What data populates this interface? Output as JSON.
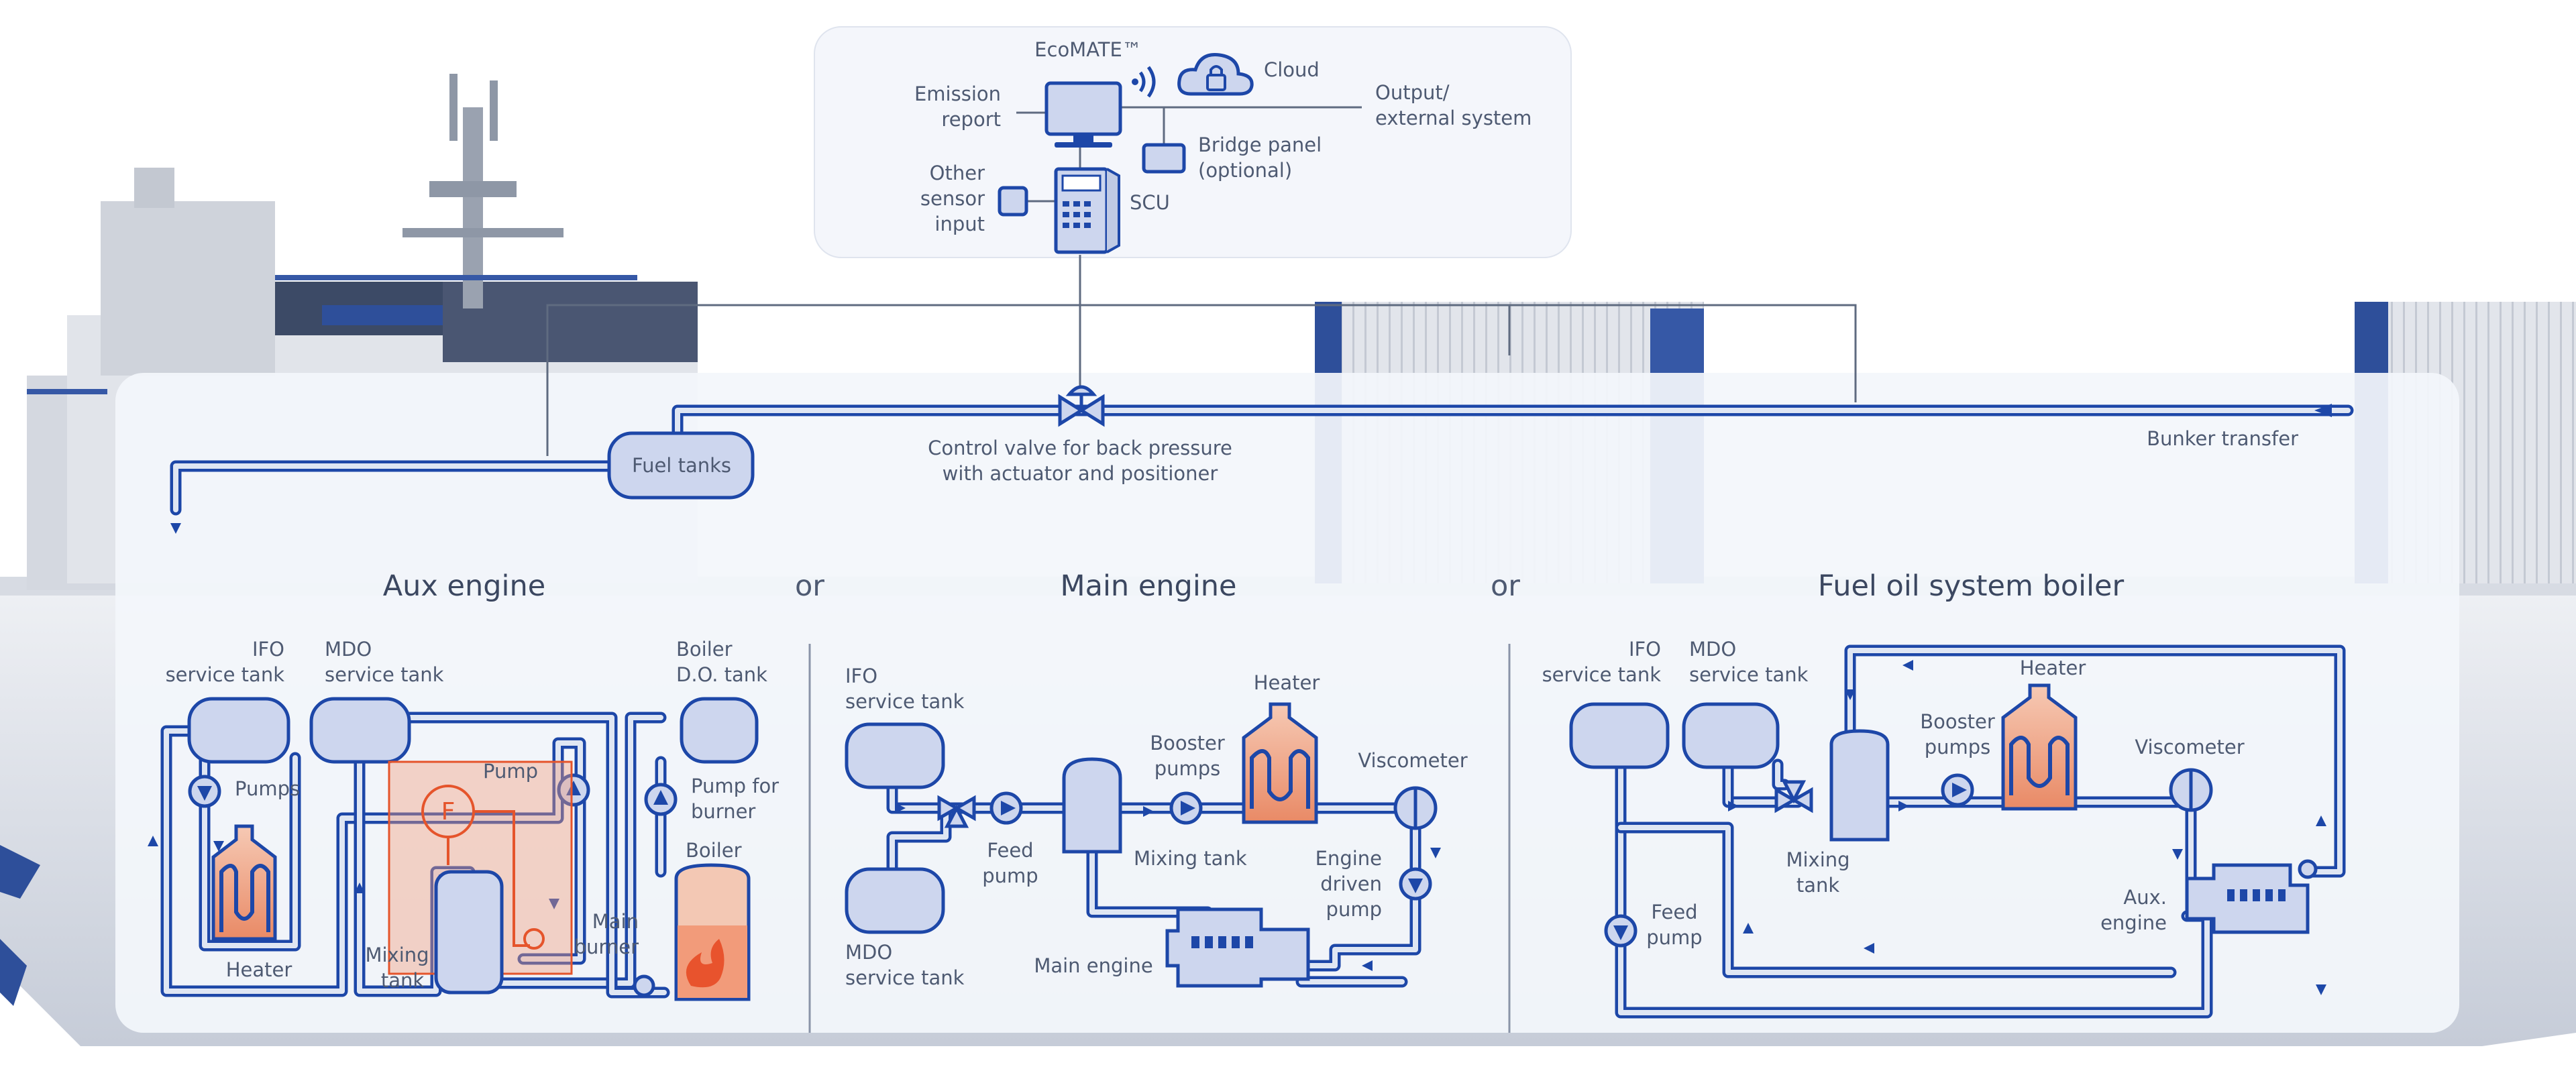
{
  "colors": {
    "pipe": "#1d47a8",
    "pipe_fill": "#dfe6f3",
    "tank_fill": "#cdd6ee",
    "heater": "#e98a66",
    "flow_meter": "#e5542b",
    "flame": "#e8532d",
    "panel": "#f3f6fb",
    "text": "#4e5a72"
  },
  "top_box": {
    "ecomate": "EcoMATE™",
    "cloud": "Cloud",
    "emission_l1": "Emission",
    "emission_l2": "report",
    "output_l1": "Output/",
    "output_l2": "external system",
    "bridge_l1": "Bridge panel",
    "bridge_l2": "(optional)",
    "other_l1": "Other",
    "other_l2": "sensor",
    "other_l3": "input",
    "scu": "SCU",
    "icons": [
      "monitor-icon",
      "wifi-icon",
      "cloud-lock-icon",
      "tablet-icon",
      "sensor-icon",
      "scu-cabinet-icon"
    ]
  },
  "main_line": {
    "fuel_tanks": "Fuel tanks",
    "valve_l1": "Control valve for back pressure",
    "valve_l2": "with actuator and positioner",
    "bunker": "Bunker transfer"
  },
  "sections": {
    "aux_title": "Aux engine",
    "or1": "or",
    "main_title": "Main engine",
    "or2": "or",
    "boiler_title": "Fuel oil system boiler"
  },
  "aux": {
    "ifo_l1": "IFO",
    "ifo_l2": "service tank",
    "mdo_l1": "MDO",
    "mdo_l2": "service tank",
    "boiler_do_l1": "Boiler",
    "boiler_do_l2": "D.O. tank",
    "pumps": "Pumps",
    "pump": "Pump",
    "flow_meter": "F",
    "pump_burner_l1": "Pump for",
    "pump_burner_l2": "burner",
    "boiler": "Boiler",
    "heater": "Heater",
    "mixing_l1": "Mixing",
    "mixing_l2": "tank",
    "main_burner_l1": "Main",
    "main_burner_l2": "burner"
  },
  "main": {
    "ifo_l1": "IFO",
    "ifo_l2": "service tank",
    "mdo_l1": "MDO",
    "mdo_l2": "service tank",
    "feed_l1": "Feed",
    "feed_l2": "pump",
    "mixing": "Mixing tank",
    "booster_l1": "Booster",
    "booster_l2": "pumps",
    "heater": "Heater",
    "viscometer": "Viscometer",
    "engine_driven_l1": "Engine",
    "engine_driven_l2": "driven",
    "engine_driven_l3": "pump",
    "main_engine": "Main engine"
  },
  "boiler_sys": {
    "ifo_l1": "IFO",
    "ifo_l2": "service tank",
    "mdo_l1": "MDO",
    "mdo_l2": "service tank",
    "heater": "Heater",
    "booster_l1": "Booster",
    "booster_l2": "pumps",
    "viscometer": "Viscometer",
    "mixing_l1": "Mixing",
    "mixing_l2": "tank",
    "feed_l1": "Feed",
    "feed_l2": "pump",
    "aux_engine_l1": "Aux.",
    "aux_engine_l2": "engine"
  }
}
